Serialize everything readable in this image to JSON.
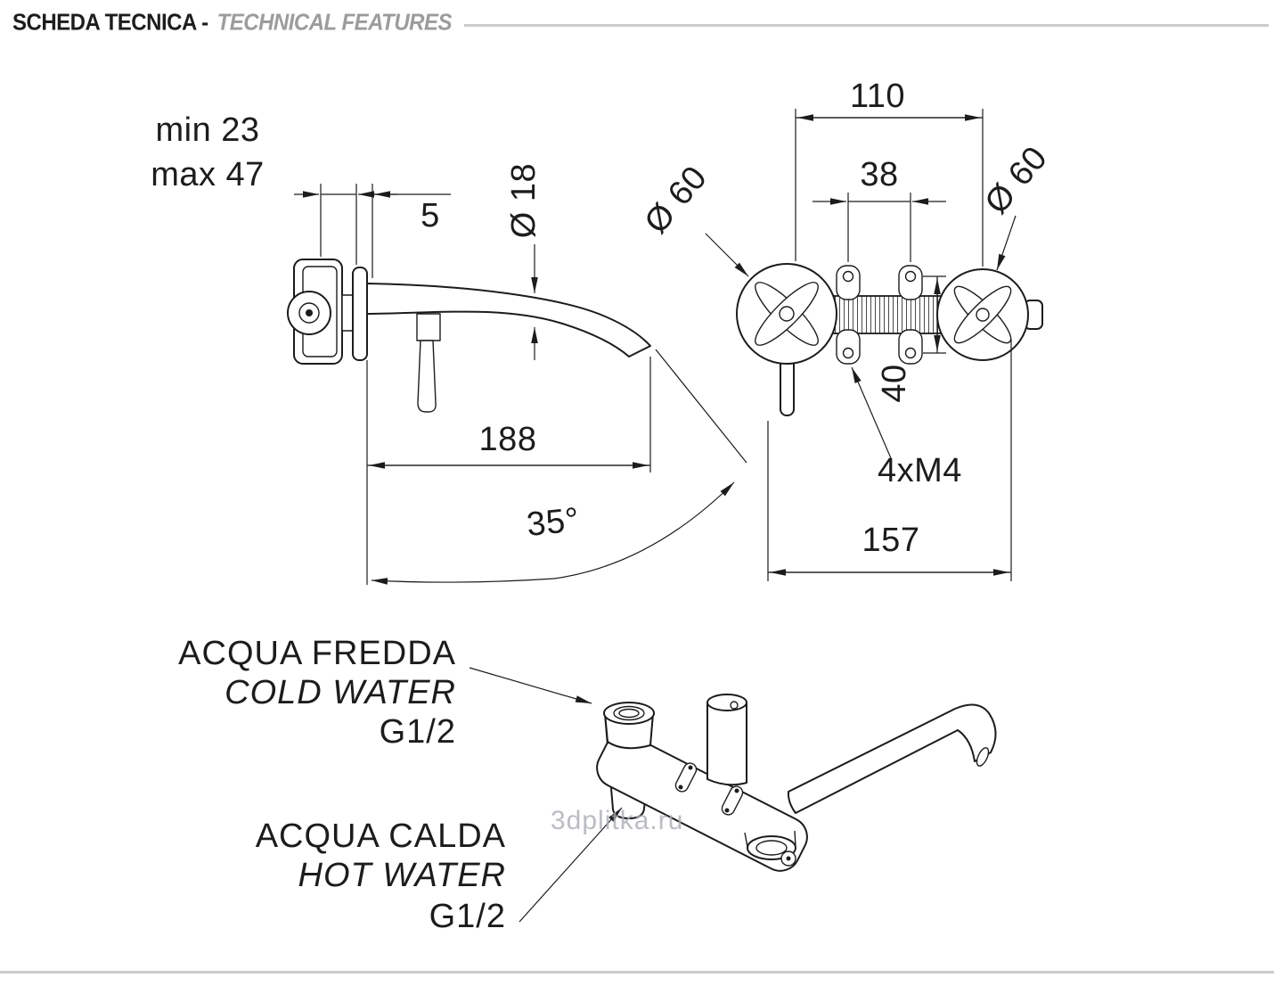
{
  "header": {
    "title_primary": "SCHEDA TECNICA -",
    "title_secondary": "TECHNICAL FEATURES"
  },
  "side_view": {
    "dims": {
      "wall_min": "min 23",
      "wall_max": "max 47",
      "plate_gap": "5",
      "spout_diameter": "Ø 18",
      "spout_length": "188",
      "swivel_angle": "35°"
    }
  },
  "front_view": {
    "dims": {
      "centers_width": "110",
      "screw_spacing_h": "38",
      "knob_diameter_left": "Ø 60",
      "knob_diameter_right": "Ø 60",
      "screw_spacing_v": "40",
      "screws": "4xM4",
      "total_width": "157"
    }
  },
  "iso_view": {
    "labels": {
      "cold_it": "ACQUA FREDDA",
      "cold_en": "COLD WATER",
      "cold_thread": "G1/2",
      "hot_it": "ACQUA CALDA",
      "hot_en": "HOT WATER",
      "hot_thread": "G1/2"
    },
    "watermark": "3dplitka.ru"
  }
}
